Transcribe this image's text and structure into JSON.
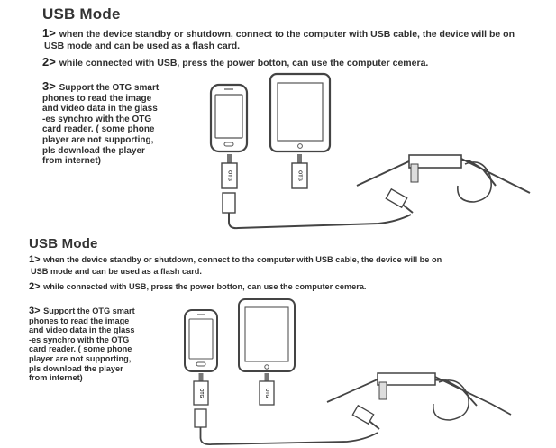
{
  "sections": [
    {
      "title": "USB Mode",
      "item1_num": "1>",
      "item1_line1": " when the device standby or shutdown, connect to the computer with USB cable, the device will be on",
      "item1_line2": "USB mode and can be used as a flash card.",
      "item2_num": "2>",
      "item2_text": " while connected with USB, press the power botton, can use the computer cemera.",
      "item3_num": "3>",
      "item3_lines": [
        " Support the OTG smart",
        "phones to read the image",
        "and video data in the glass",
        "-es synchro with the OTG",
        "card reader. ( some phone",
        "player are not supporting,",
        "pls download the player",
        "from internet)"
      ],
      "otg_label": "OTG"
    },
    {
      "title": "USB Mode",
      "item1_num": "1>",
      "item1_line1": " when the device standby or shutdown, connect to the computer with USB cable, the device will be on",
      "item1_line2": "USB mode and can be used as a flash card.",
      "item2_num": "2>",
      "item2_text": " while connected with USB, press the power botton, can use the computer cemera.",
      "item3_num": "3>",
      "item3_lines": [
        " Support the OTG smart",
        "phones to read the image",
        "and video data in the glass",
        "-es synchro with the OTG",
        "card reader. ( some phone",
        "player are not supporting,",
        "pls download the player",
        "from internet)"
      ],
      "otg_label": "OTG"
    }
  ]
}
